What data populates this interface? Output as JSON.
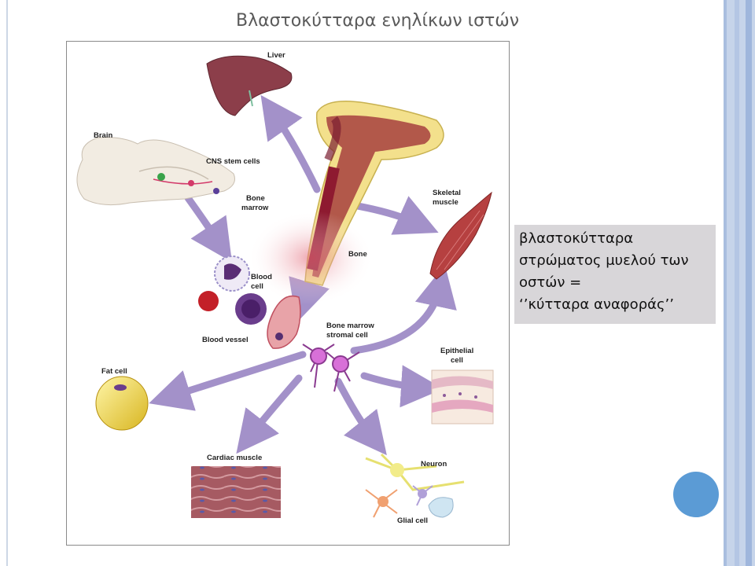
{
  "slide": {
    "title": "Βλαστοκύτταρα ενηλίκων ιστών",
    "callout_lines": [
      "βλαστοκύτταρα",
      "στρώματος μυελού των",
      "οστών =",
      "‘’κύτταρα αναφοράς’’"
    ]
  },
  "diagram": {
    "labels": {
      "liver": "Liver",
      "brain": "Brain",
      "cns": "CNS stem cells",
      "bone_marrow_1": "Bone",
      "bone_marrow_2": "marrow",
      "bone": "Bone",
      "skeletal_1": "Skeletal",
      "skeletal_2": "muscle",
      "blood_cell_1": "Blood",
      "blood_cell_2": "cell",
      "blood_vessel": "Blood vessel",
      "stromal_1": "Bone marrow",
      "stromal_2": "stromal cell",
      "fat_cell": "Fat cell",
      "epithelial_1": "Epithelial",
      "epithelial_2": "cell",
      "cardiac": "Cardiac muscle",
      "neuron": "Neuron",
      "glial": "Glial cell"
    }
  },
  "colors": {
    "arrow": "#a391c9",
    "accent": "#5b9bd5",
    "callout_bg": "#d8d6d9"
  }
}
